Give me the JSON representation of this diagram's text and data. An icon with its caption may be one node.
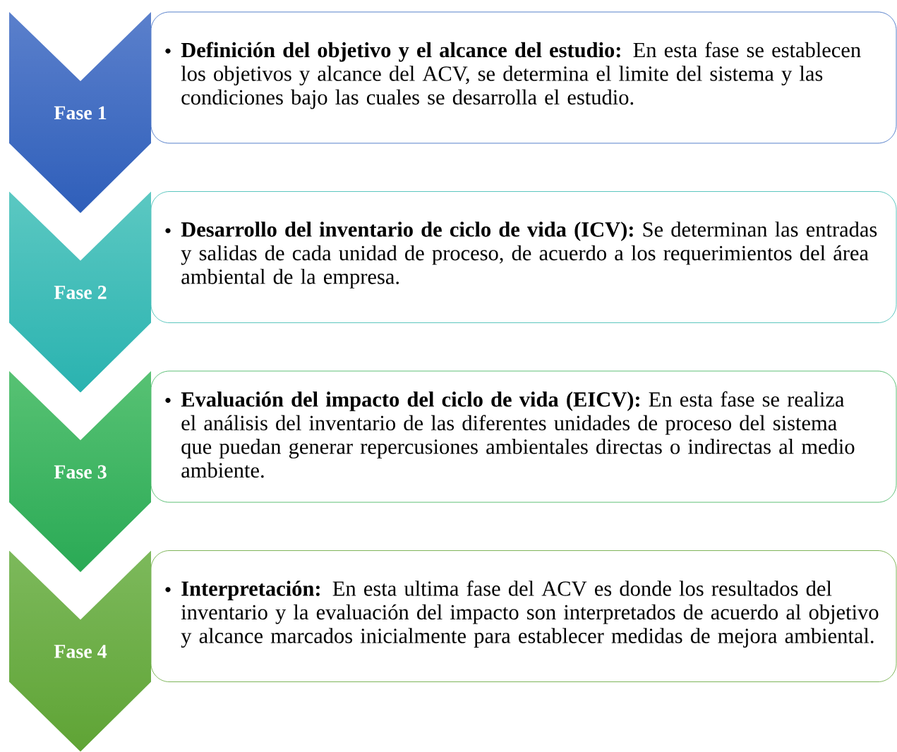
{
  "diagram": {
    "nodes": [
      {
        "text": [
          "Fase 1"
        ]
      },
      {
        "text": [
          "**Definición del objetivo y el alcance del estudio:** En esta fase se establecen los objetivos y alcance del ACV, se determina el limite del sistema y las condiciones bajo las cuales se desarrolla el estudio."
        ]
      },
      {
        "text": [
          "Fase 2"
        ]
      },
      {
        "text": [
          "**Desarrollo del inventario de ciclo de vida (ICV):** Se determinan las entradas y salidas de cada unidad de proceso, de acuerdo a los requerimientos del área ambiental de la empresa."
        ]
      },
      {
        "text": [
          "Fase 3"
        ]
      },
      {
        "text": [
          "**Evaluación del impacto del ciclo de vida (EICV):** En esta fase se realiza el análisis del inventario de las diferentes unidades de proceso del sistema que puedan generar repercusiones ambientales directas o indirectas al medio ambiente."
        ]
      },
      {
        "text": [
          "Fase 4"
        ]
      },
      {
        "text": [
          "**Interpretación:** En esta ultima fase del ACV es donde los resultados del inventario y la evaluación del impacto son interpretados de acuerdo al objetivo y alcance marcados inicialmente para establecer medidas de mejora ambiental."
        ]
      }
    ]
  }
}
